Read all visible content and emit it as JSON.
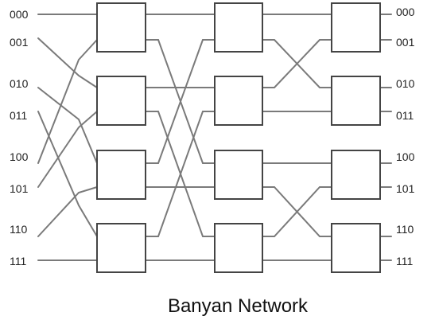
{
  "title": "Banyan Network",
  "inputs": [
    "000",
    "001",
    "010",
    "011",
    "100",
    "101",
    "110",
    "111"
  ],
  "outputs": [
    "000",
    "001",
    "010",
    "011",
    "100",
    "101",
    "110",
    "111"
  ],
  "stages": 3,
  "switches_per_stage": 4,
  "colors": {
    "wire": "#7a7a7a",
    "box_stroke": "#444444",
    "text": "#222222"
  }
}
